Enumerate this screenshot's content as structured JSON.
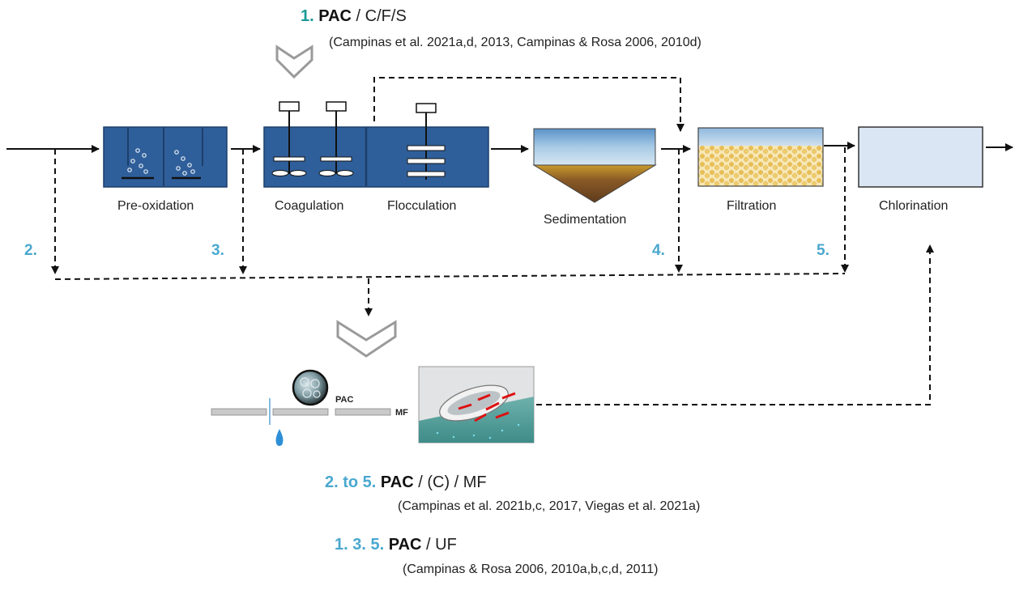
{
  "top_option": {
    "number": "1.",
    "pac": "PAC",
    "rest": " / C/F/S",
    "ref": "(Campinas et al. 2021a,d, 2013, Campinas & Rosa 2006, 2010d)"
  },
  "stages": {
    "preoxidation": "Pre-oxidation",
    "coagulation": "Coagulation",
    "flocculation": "Flocculation",
    "sedimentation": "Sedimentation",
    "filtration": "Filtration",
    "chlorination": "Chlorination"
  },
  "dosing_points": [
    "2.",
    "3.",
    "4.",
    "5."
  ],
  "membrane_labels": {
    "pac": "PAC",
    "mf": "MF"
  },
  "option_mf": {
    "number": "2. to 5.",
    "pac": "PAC",
    "rest": " / (C) / MF",
    "ref": "(Campinas et al. 2021b,c, 2017, Viegas et al. 2021a)"
  },
  "option_uf": {
    "number": "1. 3. 5.",
    "pac": "PAC",
    "rest": " / UF",
    "ref": "(Campinas & Rosa 2006, 2010a,b,c,d, 2011)"
  },
  "colors": {
    "tank_blue": "#2f5f9a",
    "teal_number": "#1a9a96",
    "blue_number": "#4aa8cf",
    "chlorination_fill": "#dbe6f4",
    "sand": "#f0d27a"
  }
}
